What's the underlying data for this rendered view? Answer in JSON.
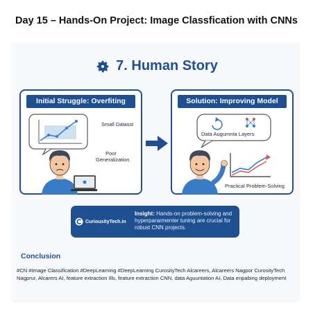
{
  "page_title": "Day 15 – Hands-On Project: Image Classfication with CNNs",
  "section_title": "7. Human Story",
  "left_panel": {
    "title": "Initial Struggle: Overfiting",
    "label_dataset": "Small Datasst",
    "label_poor": "Poor",
    "label_generalization": "Generalization"
  },
  "right_panel": {
    "title": "Solution: Improving Model",
    "label_layers": "Data Augumnta Layers",
    "label_practical": "Practical Problem-Solving"
  },
  "insight": {
    "logo_text": "CuriousityTech.in",
    "heading": "Insight:",
    "text": " Hands-on problem-solving and hyperpararmenter tuning are crucial for robust CNN projects."
  },
  "conclusion_title": "Conclusion",
  "tags": "#CN #Image Classification #DeepLearning #DeepLearning CurosityTech Alcareers, Alcareers Nagpor CurosityTech Nagprur, Alcarers AI, feature extraction Ills, feature extraction CNN, data Aguuntation AI, Data enpabing deployment",
  "colors": {
    "primary": "#1e4f91",
    "accent_red": "#d9534f",
    "skin": "#f4c7a1",
    "shirt": "#3a7bc8"
  }
}
